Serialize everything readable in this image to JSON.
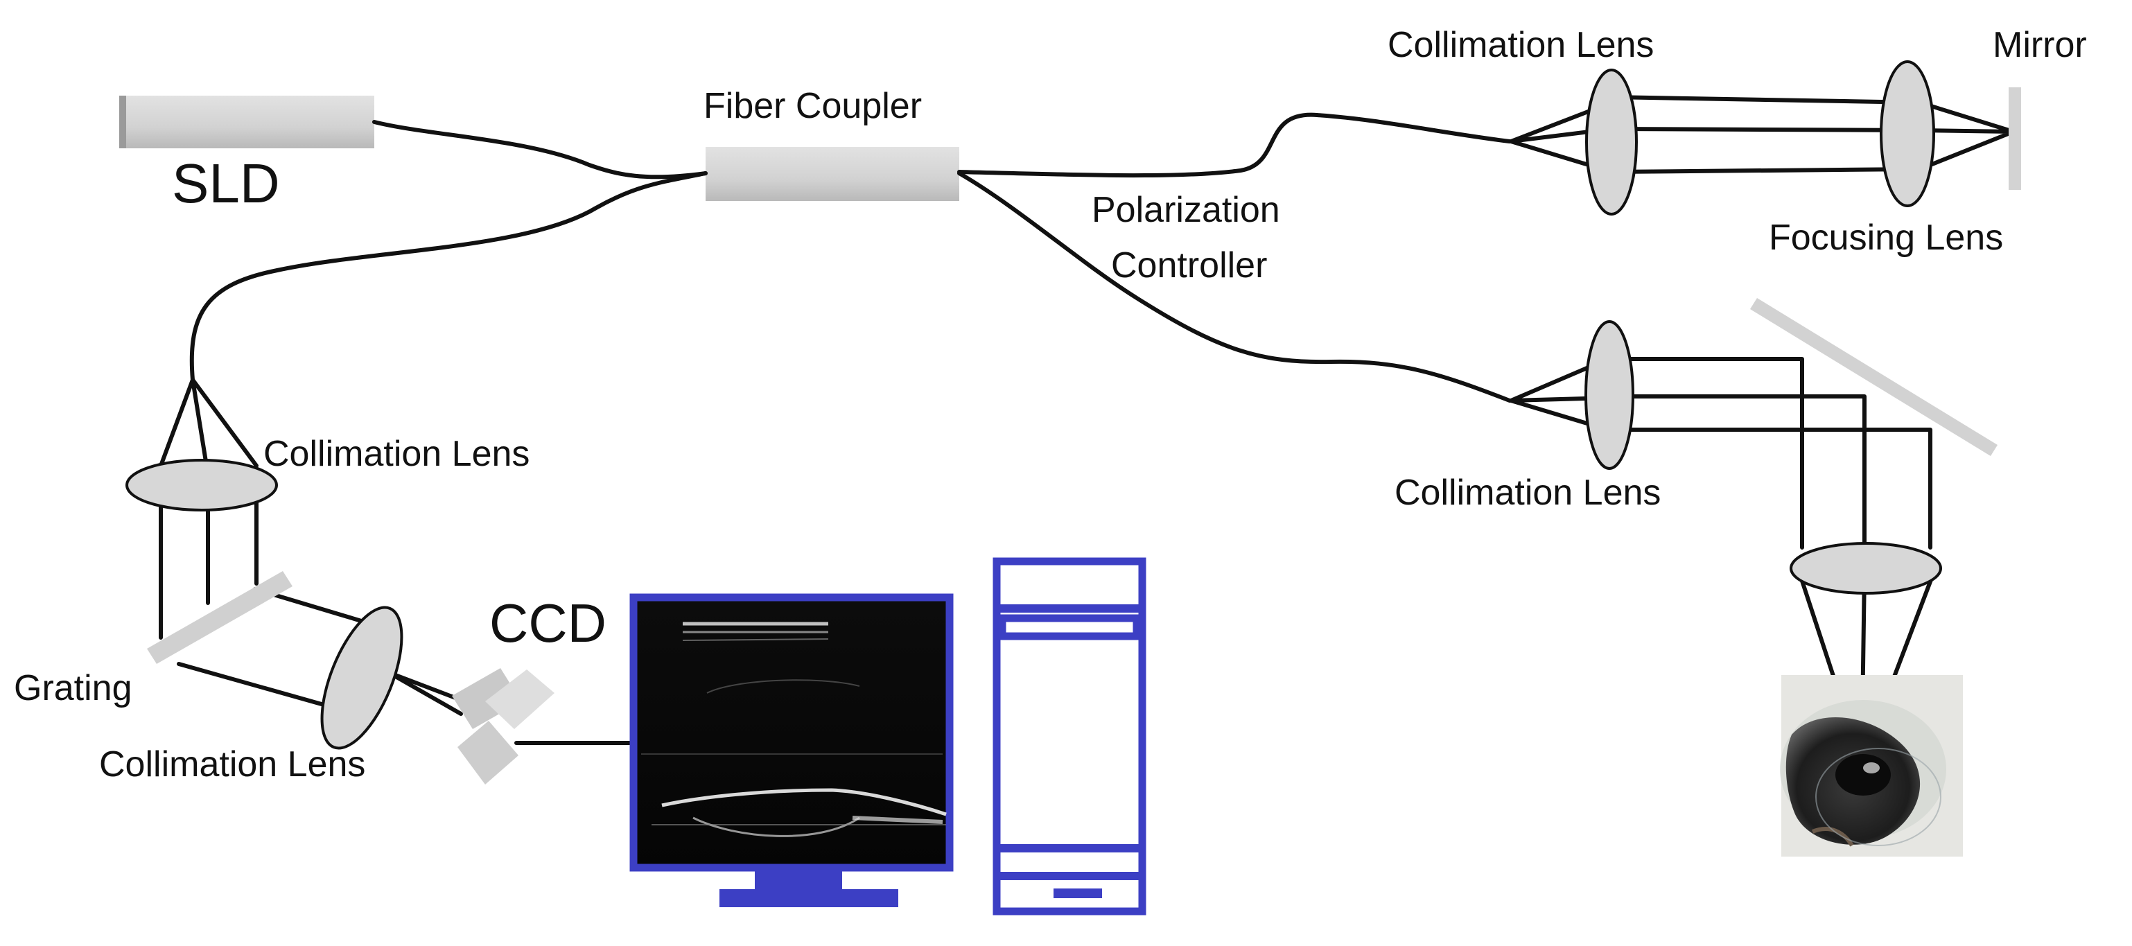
{
  "labels": {
    "sld": "SLD",
    "fiber_coupler": "Fiber Coupler",
    "polarization_controller_line1": "Polarization",
    "polarization_controller_line2": "Controller",
    "collimation_lens_ref": "Collimation Lens",
    "mirror": "Mirror",
    "focusing_lens": "Focusing Lens",
    "collimation_lens_sample": "Collimation Lens",
    "collimation_lens_spec_top": "Collimation Lens",
    "grating": "Grating",
    "collimation_lens_spec_bottom": "Collimation Lens",
    "ccd": "CCD"
  },
  "colors": {
    "line": "#111111",
    "component_gray": "#d4d4d4",
    "computer_blue": "#3c3fc4",
    "lens_fill": "#d7d7d7"
  },
  "icons": {
    "monitor": "monitor-with-oct-image",
    "computer": "desktop-tower",
    "sample": "mouse-eye-photo"
  }
}
